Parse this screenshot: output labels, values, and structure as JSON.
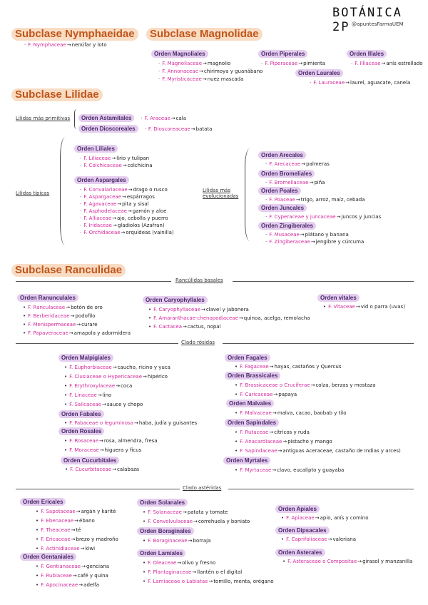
{
  "header": {
    "title": "BOTÁNICA 2P",
    "handle": "@apuntesFarmaUEM"
  },
  "nymphaeidae": {
    "title": "Subclase Nymphaeidae",
    "items": [
      {
        "fam": "F. Nymphaceae",
        "desc": "nenúfar y loto"
      }
    ]
  },
  "magnolidae": {
    "title": "Subclase Magnolidae",
    "orders": [
      {
        "name": "Orden Magnoliales",
        "items": [
          {
            "fam": "F. Magnoliaceae",
            "desc": "magnolio"
          },
          {
            "fam": "F. Annonaceae",
            "desc": "chirimoya y guanábano"
          },
          {
            "fam": "F. Myristicaceae",
            "desc": "nuez mascada"
          }
        ]
      },
      {
        "name": "Orden Piperales",
        "items": [
          {
            "fam": "F. Piperaceae",
            "desc": "pimienta"
          }
        ]
      },
      {
        "name": "Orden Illales",
        "items": [
          {
            "fam": "F. Illiaceae",
            "desc": "anís estrellado"
          }
        ]
      },
      {
        "name": "Orden Laurales",
        "items": [
          {
            "fam": "F. Lauraceae",
            "desc": "laurel, aguacate, canela"
          }
        ]
      }
    ]
  },
  "lilidae": {
    "title": "Subclase Lilidae",
    "primitivas": {
      "label": "Lilidas más primitivas",
      "orders": [
        {
          "name": "Orden Astamitales",
          "items": [
            {
              "fam": "F. Araceae",
              "desc": "cala"
            }
          ]
        },
        {
          "name": "Orden Dioscoreales",
          "items": [
            {
              "fam": "F. Dioscoreaceae",
              "desc": "batata"
            }
          ]
        }
      ]
    },
    "tipicas": {
      "label": "Lilidas típicas",
      "orders": [
        {
          "name": "Orden Liliales",
          "items": [
            {
              "fam": "F. Liliaceae",
              "desc": "lirio y tulipan"
            },
            {
              "fam": "F. Colchicaceae",
              "desc": "colchicina"
            }
          ]
        },
        {
          "name": "Orden Aspargales",
          "items": [
            {
              "fam": "F. Convalariaceae",
              "desc": "drago o rusco"
            },
            {
              "fam": "F. Aspargaceae",
              "desc": "espárragos"
            },
            {
              "fam": "F. Agavaceae",
              "desc": "pita y sisal"
            },
            {
              "fam": "F. Asphodelaceae",
              "desc": "gamón y aloe"
            },
            {
              "fam": "F. Alliaceae",
              "desc": "ajo, cebolla y puerro"
            },
            {
              "fam": "F. Iridaceae",
              "desc": "gladiolos (Azafran)"
            },
            {
              "fam": "F. Orchidaceae",
              "desc": "orquídeas (vainilla)"
            }
          ]
        }
      ]
    },
    "evolucionadas": {
      "label_1": "Lilidas más",
      "label_2": "evolucionadas",
      "orders": [
        {
          "name": "Orden Arecales",
          "items": [
            {
              "fam": "F. Arecaceae",
              "desc": "palmeras"
            }
          ]
        },
        {
          "name": "Orden Bromeliales",
          "items": [
            {
              "fam": "F. Bromeliaceae",
              "desc": "piña"
            }
          ]
        },
        {
          "name": "Orden Poales",
          "items": [
            {
              "fam": "F. Poaceae",
              "desc": "trigo, arroz, maíz, cebada"
            }
          ]
        },
        {
          "name": "Orden Juncales",
          "items": [
            {
              "fam": "F. Cyperaceae y juncaceae",
              "desc": "juncos y juncias"
            }
          ]
        },
        {
          "name": "Orden Zingiberales",
          "items": [
            {
              "fam": "F. Musaceae",
              "desc": "plátano y banana"
            },
            {
              "fam": "F. Zingiberaceae",
              "desc": "jengibre y cúrcuma"
            }
          ]
        }
      ]
    }
  },
  "ranculidae": {
    "title": "Subclase Ranculidae",
    "basales": {
      "label": "Rancúlidas basales",
      "orders": [
        {
          "name": "Orden Ranunculales",
          "items": [
            {
              "fam": "F. Ranculaceae",
              "desc": "botón de oro"
            },
            {
              "fam": "F. Berberidaceae",
              "desc": "podofilo"
            },
            {
              "fam": "F. Menispermaceae",
              "desc": "curare"
            },
            {
              "fam": "F. Papaveraceae",
              "desc": "amapola y adormidera"
            }
          ]
        },
        {
          "name": "Orden Caryophyllales",
          "items": [
            {
              "fam": "F. Caryophyllaceae",
              "desc": "clavel y jabonera"
            },
            {
              "fam": "F. Amaranthacae-chenopodiaceae",
              "desc": "quinoa, acelga, remolacha"
            },
            {
              "fam": "F. Cactacea",
              "desc": "cactus, nopal"
            }
          ]
        },
        {
          "name": "Orden vitales",
          "items": [
            {
              "fam": "F. Vitaceae",
              "desc": "vid o parra (uvas)"
            }
          ]
        }
      ]
    },
    "rosidas": {
      "label": "Clado rósidas",
      "left": [
        {
          "name": "Orden Malpigiales",
          "items": [
            {
              "fam": "F. Euphorbiaceae",
              "desc": "caucho, ricino y yuca"
            },
            {
              "fam": "F. Clusiaceae o Hypericaceae",
              "desc": "hipérico"
            },
            {
              "fam": "F. Erythroxylaceae",
              "desc": "coca"
            },
            {
              "fam": "F. Linaceae",
              "desc": "lino"
            },
            {
              "fam": "F. Salicaceae",
              "desc": "sauce y chopo"
            }
          ]
        },
        {
          "name": "Orden Fabales",
          "items": [
            {
              "fam": "F. Fabaceae o leguminosa",
              "desc": "haba, judía y guisantes"
            }
          ]
        },
        {
          "name": "Orden Rosales",
          "items": [
            {
              "fam": "F. Rosaceae",
              "desc": "rosa, almendra, fresa"
            },
            {
              "fam": "F. Moraceae",
              "desc": "higuera y ficus"
            }
          ]
        },
        {
          "name": "Orden Cucurbitales",
          "items": [
            {
              "fam": "F. Cucurbitaceae",
              "desc": "calabaza"
            }
          ]
        }
      ],
      "right": [
        {
          "name": "Orden Fagales",
          "items": [
            {
              "fam": "F. Fagaceae",
              "desc": "hayas, castaños y Quercus"
            }
          ]
        },
        {
          "name": "Orden Brassicales",
          "items": [
            {
              "fam": "F. Brassicaceae o Cruciferae",
              "desc": "colza, berzas y mostaza"
            },
            {
              "fam": "F. Caricaceae",
              "desc": "papaya"
            }
          ]
        },
        {
          "name": "Orden Malvales",
          "items": [
            {
              "fam": "F. Malvaceae",
              "desc": "malva, cacao, baobab y tilo"
            }
          ]
        },
        {
          "name": "Orden Sapindales",
          "items": [
            {
              "fam": "F. Rutaceae",
              "desc": "cítricos y ruda"
            },
            {
              "fam": "F. Anacardiaceae",
              "desc": "pistacho y mango"
            },
            {
              "fam": "F. Sapindaceae",
              "desc": "antiguas Aceraceae, castaño de Indias y arces)"
            }
          ]
        },
        {
          "name": "Orden Myrtales",
          "items": [
            {
              "fam": "F. Myrtaceae",
              "desc": "clavo, eucalipto y guayaba"
            }
          ]
        }
      ]
    },
    "asteridas": {
      "label": "Clado astéridas",
      "col1": [
        {
          "name": "Orden Ericales",
          "items": [
            {
              "fam": "F. Sapotaceae",
              "desc": "argán y karité"
            },
            {
              "fam": "F. Ebenaceae",
              "desc": "ébano"
            },
            {
              "fam": "F. Theaceae",
              "desc": "té"
            },
            {
              "fam": "F. Ericaceae",
              "desc": "brezo y madroño"
            },
            {
              "fam": "F. Actinidiaceae",
              "desc": "kiwi"
            }
          ]
        },
        {
          "name": "Orden Gentaniales",
          "items": [
            {
              "fam": "F. Gentianaceae",
              "desc": "genciana"
            },
            {
              "fam": "F. Rubiaceae",
              "desc": "café y quina"
            },
            {
              "fam": "F. Apocinaceae",
              "desc": "adelfa"
            }
          ]
        }
      ],
      "col2": [
        {
          "name": "Orden Solanales",
          "items": [
            {
              "fam": "F. Solanaceae",
              "desc": "patata y tomate"
            },
            {
              "fam": "F. Convolvulaceae",
              "desc": "correhuela y boniato"
            }
          ]
        },
        {
          "name": "Orden Boraginales",
          "items": [
            {
              "fam": "F. Boraginaceae",
              "desc": "borraja"
            }
          ]
        },
        {
          "name": "Orden Lamiales",
          "items": [
            {
              "fam": "F. Oleaceae",
              "desc": "olivo y fresno"
            },
            {
              "fam": "F. Plantaginaceae",
              "desc": "llantén o el digital"
            },
            {
              "fam": "F. Lamiaceae o Labiatae",
              "desc": "tomillo, menta, orégano"
            }
          ]
        }
      ],
      "col3": [
        {
          "name": "Orden Apiales",
          "items": [
            {
              "fam": "F. Apiaceae",
              "desc": "apio, anís y comino"
            }
          ]
        },
        {
          "name": "Orden Dipsacales",
          "items": [
            {
              "fam": "F. Caprifoliaceae",
              "desc": "valeriana"
            }
          ]
        },
        {
          "name": "Orden Asterales",
          "items": [
            {
              "fam": "F. Asteraceae o Compositae",
              "desc": "girasol y manzanilla"
            }
          ]
        }
      ]
    }
  },
  "glyphs": {
    "arrow": "→",
    "bullet": "•",
    "dot": "·"
  },
  "colors": {
    "heading": "#c0561a",
    "heading_bg": "#f9dcc4",
    "orden": "#4a2a6a",
    "orden_bg": "#e4cdee",
    "family": "#d42a9c"
  }
}
